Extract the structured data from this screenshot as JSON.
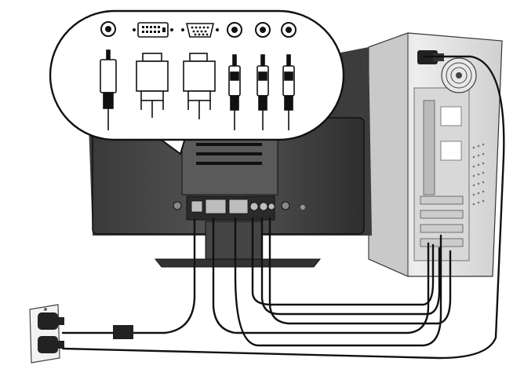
{
  "figure": {
    "components": [
      {
        "name": "monitor",
        "view": "rear",
        "has_stand": true
      },
      {
        "name": "computer-tower",
        "view": "rear"
      },
      {
        "name": "wall-outlet",
        "sockets": 2
      },
      {
        "name": "connector-panel-callout"
      }
    ],
    "port_panel": [
      "audio-jack",
      "dvi-port",
      "vga-port",
      "rca-jack",
      "rca-jack",
      "rca-jack"
    ],
    "plugs": [
      "audio-plug",
      "dvi-plug",
      "vga-plug",
      "rca-plug",
      "rca-plug",
      "rca-plug"
    ],
    "colors": {
      "monitor_body": "#4a4a4a",
      "monitor_dark": "#2a2a2a",
      "tower": "#e6e6e6",
      "line": "#111111",
      "callout_fill": "#ffffff"
    }
  }
}
